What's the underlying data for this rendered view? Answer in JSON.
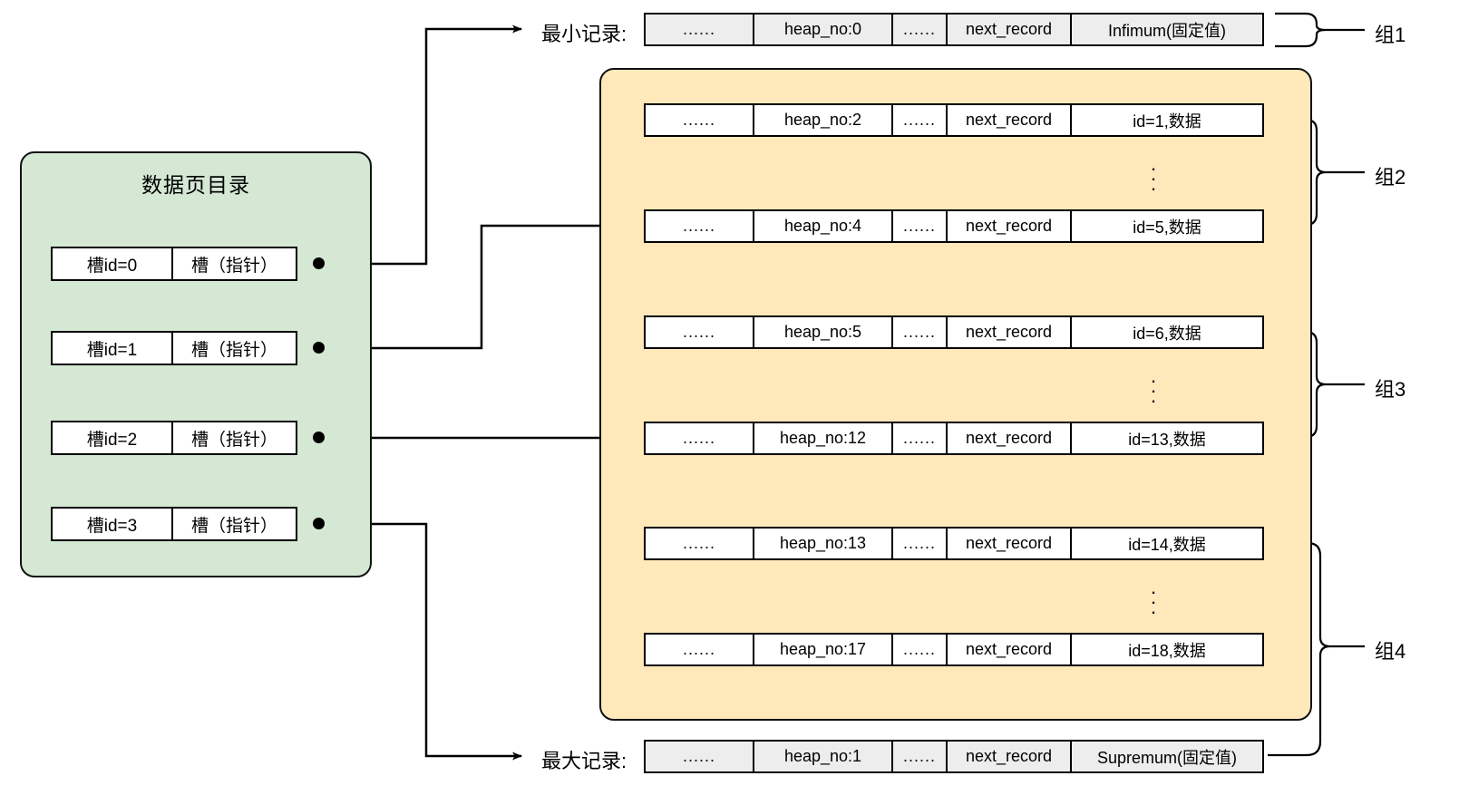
{
  "diagram": {
    "title_directory": "数据页目录",
    "system_rows": {
      "min_label": "最小记录:",
      "max_label": "最大记录:"
    },
    "ellipsis_cell": "......",
    "vertical_ellipsis": "⋮"
  },
  "directory": {
    "title": "数据页目录",
    "slots": [
      {
        "id_label": "槽id=0",
        "ptr_label": "槽（指针）"
      },
      {
        "id_label": "槽id=1",
        "ptr_label": "槽（指针）"
      },
      {
        "id_label": "槽id=2",
        "ptr_label": "槽（指针）"
      },
      {
        "id_label": "槽id=3",
        "ptr_label": "槽（指针）"
      }
    ]
  },
  "records": {
    "infimum": {
      "side_label": "最小记录:",
      "col1": "......",
      "col2": "heap_no:0",
      "col3": "......",
      "col4": "next_record",
      "col5": "Infimum(固定值)"
    },
    "supremum": {
      "side_label": "最大记录:",
      "col1": "......",
      "col2": "heap_no:1",
      "col3": "......",
      "col4": "next_record",
      "col5": "Supremum(固定值)"
    },
    "user_rows": [
      {
        "col1": "......",
        "col2": "heap_no:2",
        "col3": "......",
        "col4": "next_record",
        "col5": "id=1,数据"
      },
      {
        "col1": "......",
        "col2": "heap_no:4",
        "col3": "......",
        "col4": "next_record",
        "col5": "id=5,数据"
      },
      {
        "col1": "......",
        "col2": "heap_no:5",
        "col3": "......",
        "col4": "next_record",
        "col5": "id=6,数据"
      },
      {
        "col1": "......",
        "col2": "heap_no:12",
        "col3": "......",
        "col4": "next_record",
        "col5": "id=13,数据"
      },
      {
        "col1": "......",
        "col2": "heap_no:13",
        "col3": "......",
        "col4": "next_record",
        "col5": "id=14,数据"
      },
      {
        "col1": "......",
        "col2": "heap_no:17",
        "col3": "......",
        "col4": "next_record",
        "col5": "id=18,数据"
      }
    ]
  },
  "groups": [
    {
      "label": "组1"
    },
    {
      "label": "组2"
    },
    {
      "label": "组3"
    },
    {
      "label": "组4"
    }
  ],
  "colors": {
    "directory_fill": "#d5e8d4",
    "records_fill": "#ffe9bb",
    "system_row_fill": "#ededed",
    "stroke": "#000000",
    "page_background": "#ffffff"
  }
}
